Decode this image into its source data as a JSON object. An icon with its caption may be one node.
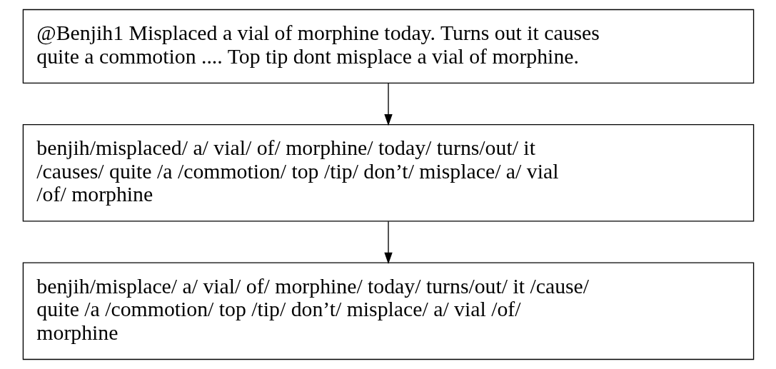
{
  "diagram": {
    "nodes": [
      {
        "text": [
          "@Benjih1 Misplaced a vial of morphine today. Turns out it causes quite a commotion .... Top tip dont misplace a vial of morphine."
        ]
      },
      {
        "text": [
          "benjih/misplaced/ a/ vial/ of/ morphine/ today/ turns/out/ it /causes/ quite /a /commotion/ top /tip/ don’t/ misplace/ a/ vial /of/ morphine"
        ]
      },
      {
        "text": [
          "benjih/misplace/ a/ vial/ of/ morphine/ today/ turns/out/ it /cause/ quite /a /commotion/ top /tip/ don’t/ misplace/ a/ vial /of/ morphine"
        ]
      }
    ],
    "edges": [
      {
        "from": 0,
        "to": 1,
        "arrow": "to"
      },
      {
        "from": 1,
        "to": 2,
        "arrow": "to"
      }
    ]
  }
}
